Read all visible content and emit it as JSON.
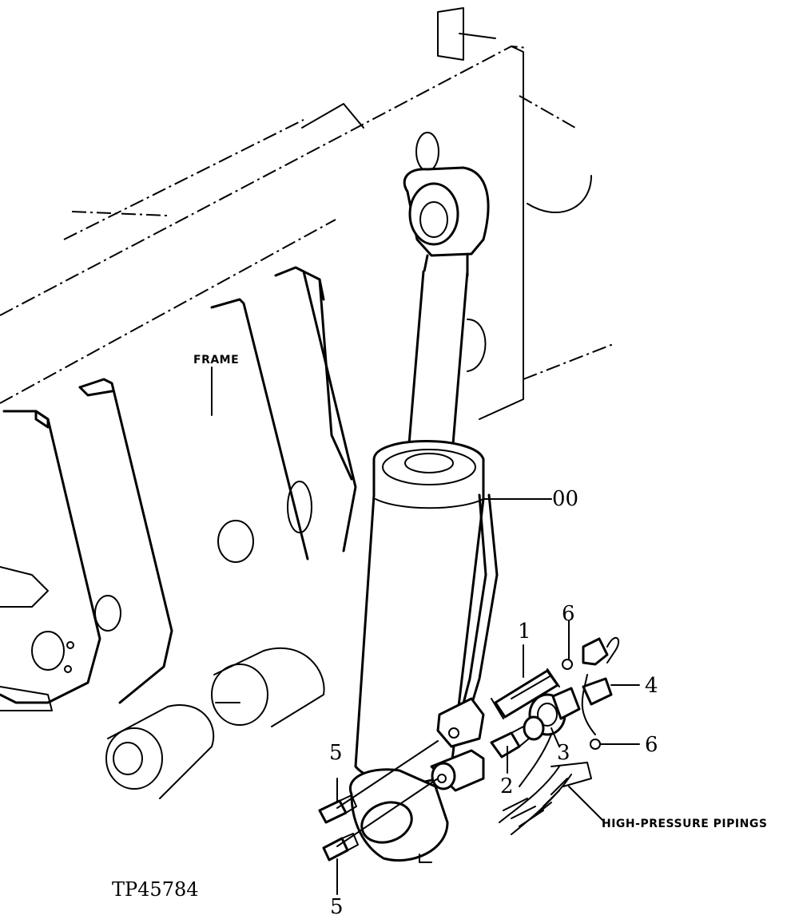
{
  "diagram": {
    "figure_code": "TP45784",
    "labels": {
      "frame": "FRAME",
      "high_pressure": "HIGH-PRESSURE PIPINGS"
    },
    "callouts": {
      "cylinder": "00",
      "pipe": "1",
      "elbow_fitting": "2",
      "union_fitting": "3",
      "connector": "4",
      "grease_fitting_upper": "5",
      "grease_fitting_lower": "5",
      "o_ring_upper": "6",
      "o_ring_lower": "6"
    }
  }
}
